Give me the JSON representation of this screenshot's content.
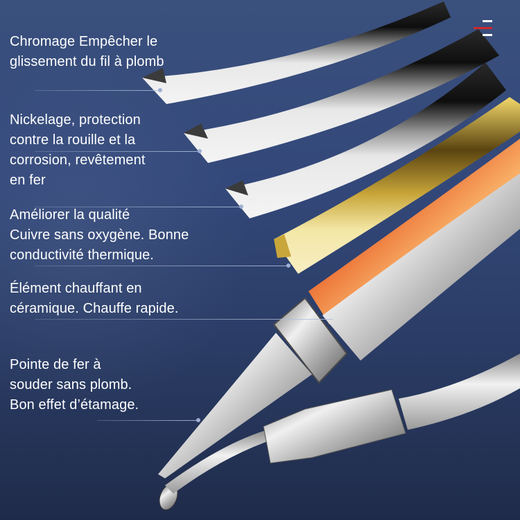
{
  "colors": {
    "background_top": "#3a507d",
    "background_bottom": "#1f2b4a",
    "text": "#ffffff",
    "leader_line": "#9fb0d3",
    "copper": "#e6c95a",
    "heat_orange": "#e8622a",
    "menu_accent": "#d0282c"
  },
  "menu_icon": {
    "name": "menu-icon"
  },
  "labels": [
    {
      "id": "chrome",
      "text": "Chromage Empêcher le\nglissement du fil à plomb"
    },
    {
      "id": "nickel",
      "text": "Nickelage, protection\ncontre la rouille et la\ncorrosion, revêtement\nen fer"
    },
    {
      "id": "copper",
      "text": "Améliorer la qualité\nCuivre sans oxygène. Bonne\nconductivité thermique."
    },
    {
      "id": "ceramic",
      "text": "Élément chauffant en\ncéramique. Chauffe rapide."
    },
    {
      "id": "tip",
      "text": "Pointe de fer à\nsouder sans plomb.\nBon effet d’étamage."
    }
  ]
}
